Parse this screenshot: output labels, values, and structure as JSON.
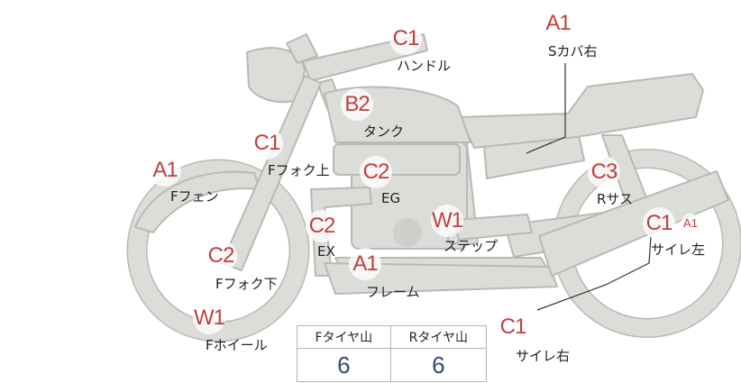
{
  "colors": {
    "accent": "#c0403e",
    "value": "#2f4a7a",
    "bike": "#dcdcd8",
    "outline": "#b9b9b5"
  },
  "parts": [
    {
      "id": "handle",
      "grade": "C1",
      "label": "ハンドル"
    },
    {
      "id": "side-cover-right",
      "grade": "A1",
      "label": "Sカバ右"
    },
    {
      "id": "tank",
      "grade": "B2",
      "label": "タンク"
    },
    {
      "id": "front-fork-upper",
      "grade": "C1",
      "label": "Fフォク上"
    },
    {
      "id": "front-fender",
      "grade": "A1",
      "label": "Fフェン"
    },
    {
      "id": "engine",
      "grade": "C2",
      "label": "EG"
    },
    {
      "id": "rear-suspension",
      "grade": "C3",
      "label": "Rサス"
    },
    {
      "id": "exhaust",
      "grade": "C2",
      "label": "EX"
    },
    {
      "id": "step",
      "grade": "W1",
      "label": "ステップ"
    },
    {
      "id": "silencer-left",
      "grade": "C1",
      "grade2": "A1",
      "label": "サイレ左"
    },
    {
      "id": "front-fork-lower",
      "grade": "C2",
      "label": "Fフォク下"
    },
    {
      "id": "frame",
      "grade": "A1",
      "label": "フレーム"
    },
    {
      "id": "front-wheel",
      "grade": "W1",
      "label": "Fホイール"
    },
    {
      "id": "silencer-right",
      "grade": "C1",
      "label": "サイレ右"
    }
  ],
  "tires": {
    "headers": [
      "Fタイヤ山",
      "Rタイヤ山"
    ],
    "values": [
      "6",
      "6"
    ]
  }
}
